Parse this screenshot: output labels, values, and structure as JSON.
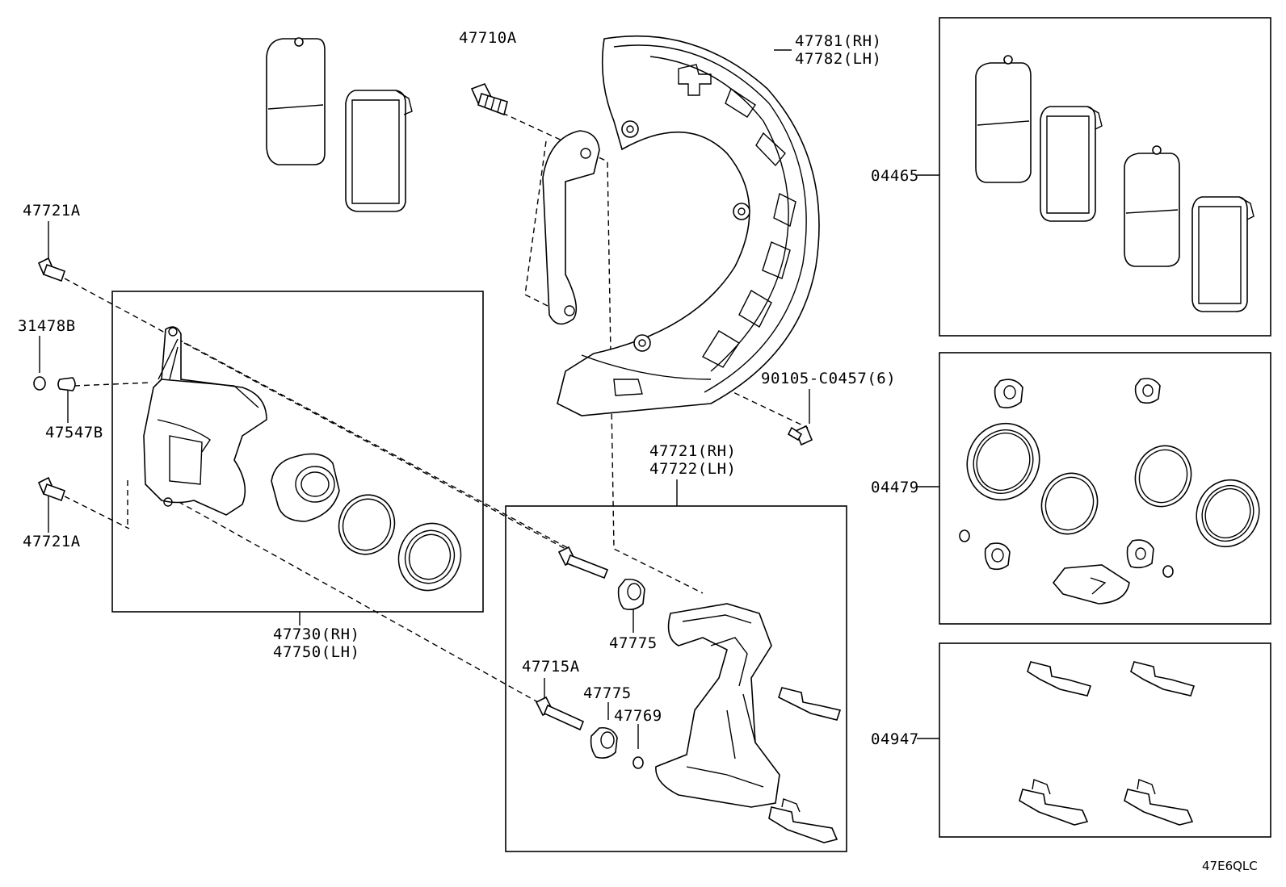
{
  "labels": {
    "l_47710A": "47710A",
    "l_47781": "47781(RH)",
    "l_47782": "47782(LH)",
    "l_04465": "04465",
    "l_47721A_top": "47721A",
    "l_31478B": "31478B",
    "l_47547B": "47547B",
    "l_47721A_bot": "47721A",
    "l_90105": "90105-C0457(6)",
    "l_47721": "47721(RH)",
    "l_47722": "47722(LH)",
    "l_04479": "04479",
    "l_47730": "47730(RH)",
    "l_47750": "47750(LH)",
    "l_47775a": "47775",
    "l_47715A": "47715A",
    "l_47775b": "47775",
    "l_47769": "47769",
    "l_04947": "04947"
  },
  "diagram_ref": "47E6QLC"
}
